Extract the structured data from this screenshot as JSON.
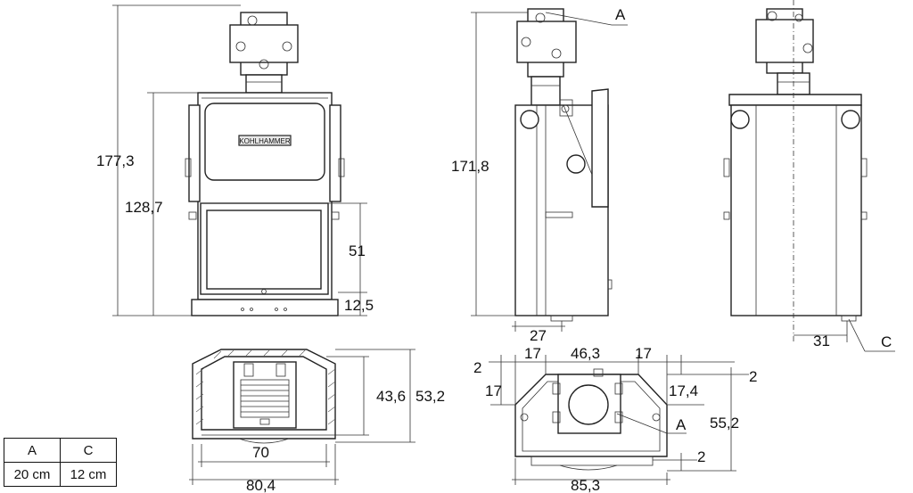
{
  "diagram": {
    "front_view": {
      "dim_total_height": "177,3",
      "dim_body_height": "128,7",
      "dim_door_height": "51",
      "dim_base_height": "12,5",
      "brand_plate": "KOHLHAMMER"
    },
    "side_view": {
      "dim_total_height": "171,8",
      "dim_flue_offset": "27",
      "label_a": "A"
    },
    "rear_view": {
      "dim_flue_offset": "31",
      "label_c": "C"
    },
    "plan_front": {
      "dim_inner_depth": "43,6",
      "dim_outer_depth": "53,2",
      "dim_inner_width": "70",
      "dim_outer_width": "80,4"
    },
    "plan_side": {
      "dim_left_margin": "2",
      "dim_left_17": "17",
      "dim_center": "46,3",
      "dim_right_17": "17",
      "dim_right_margin": "2",
      "dim_left_side_17": "17",
      "dim_right_side": "17,4",
      "dim_depth": "55,2",
      "dim_bottom_margin": "2",
      "dim_width": "85,3",
      "label_a": "A"
    }
  },
  "spec_table": {
    "headers": [
      "A",
      "C"
    ],
    "values": [
      "20 cm",
      "12 cm"
    ]
  }
}
